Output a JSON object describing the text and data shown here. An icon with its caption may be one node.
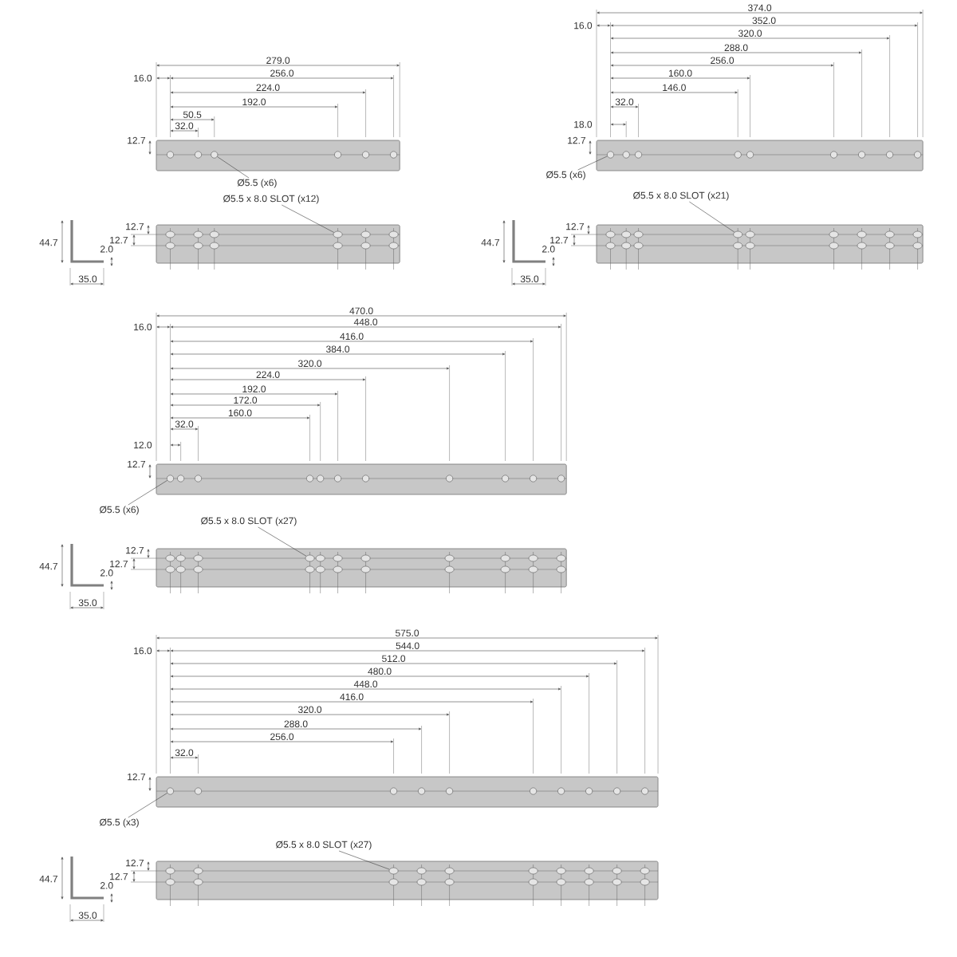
{
  "diagram": {
    "nodes": [
      {
        "text": [
          "Ø5.5 (x6)"
        ]
      },
      {
        "text": [
          "Ø5.5 x 8.0 SLOT (x12)"
        ]
      },
      {
        "text": [
          "Ø5.5 (x6)"
        ]
      },
      {
        "text": [
          "Ø5.5 x 8.0 SLOT (x21)"
        ]
      },
      {
        "text": [
          "Ø5.5 (x6)"
        ]
      },
      {
        "text": [
          "Ø5.5 x 8.0 SLOT (x27)"
        ]
      },
      {
        "text": [
          "Ø5.5 (x3)"
        ]
      },
      {
        "text": [
          "Ø5.5 x 8.0 SLOT (x27)"
        ]
      },
      {
        "text": [],
        "shape": "circle"
      },
      {
        "text": [],
        "shape": "ellipse"
      },
      {
        "text": [],
        "shape": "circle"
      },
      {
        "text": [],
        "shape": "ellipse"
      },
      {
        "text": [],
        "shape": "circle"
      },
      {
        "text": [],
        "shape": "ellipse"
      },
      {
        "text": [],
        "shape": "circle"
      },
      {
        "text": [],
        "shape": "ellipse"
      }
    ],
    "edges": [
      {
        "from": 0,
        "to": 8,
        "arrow": "none"
      },
      {
        "from": 1,
        "to": 9,
        "arrow": "none"
      },
      {
        "from": 2,
        "to": 10,
        "arrow": "none"
      },
      {
        "from": 3,
        "to": 11,
        "arrow": "none"
      },
      {
        "from": 4,
        "to": 12,
        "arrow": "none"
      },
      {
        "from": 5,
        "to": 13,
        "arrow": "none"
      },
      {
        "from": 6,
        "to": 14,
        "arrow": "none"
      },
      {
        "from": 7,
        "to": 15,
        "arrow": "none"
      }
    ],
    "labels": [
      "279.0",
      "16.0",
      "256.0",
      "224.0",
      "192.0",
      "50.5",
      "32.0",
      "12.7",
      "12.7",
      "12.7",
      "44.7",
      "2.0",
      "35.0",
      "374.0",
      "16.0",
      "352.0",
      "320.0",
      "288.0",
      "256.0",
      "160.0",
      "146.0",
      "32.0",
      "18.0",
      "12.7",
      "12.7",
      "12.7",
      "44.7",
      "2.0",
      "35.0",
      "470.0",
      "16.0",
      "448.0",
      "416.0",
      "384.0",
      "320.0",
      "224.0",
      "192.0",
      "172.0",
      "160.0",
      "32.0",
      "12.0",
      "12.7",
      "12.7",
      "12.7",
      "44.7",
      "2.0",
      "35.0",
      "575.0",
      "16.0",
      "544.0",
      "512.0",
      "480.0",
      "448.0",
      "416.0",
      "320.0",
      "288.0",
      "256.0",
      "32.0",
      "12.7",
      "12.7",
      "12.7",
      "44.7",
      "2.0",
      "35.0"
    ]
  }
}
